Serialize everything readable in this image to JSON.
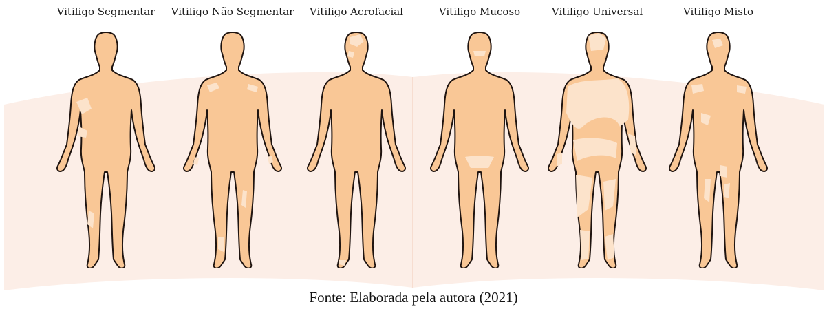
{
  "figures": [
    {
      "label": "Vitiligo Segmentar"
    },
    {
      "label": "Vitiligo Não Segmentar"
    },
    {
      "label": "Vitiligo Acrofacial"
    },
    {
      "label": "Vitiligo Mucoso"
    },
    {
      "label": "Vitiligo Universal"
    },
    {
      "label": "Vitiligo Misto"
    }
  ],
  "caption": "Fonte: Elaborada pela autora (2021)",
  "colors": {
    "skin": "#F9C796",
    "patch": "#FCE3CB",
    "outline": "#1f1410",
    "background_book": "#FCEEE7"
  }
}
